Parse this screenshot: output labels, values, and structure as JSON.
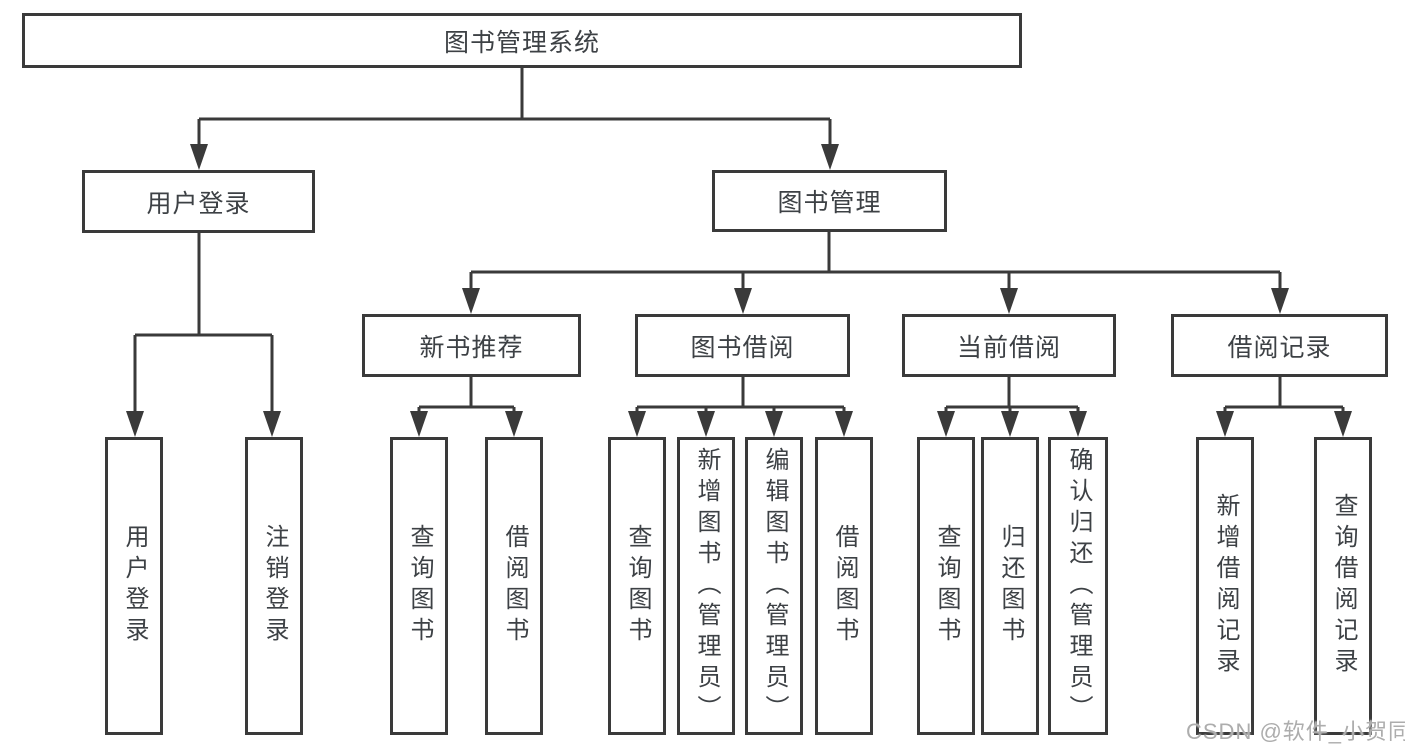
{
  "diagram": {
    "root": {
      "label": "图书管理系统"
    },
    "branches": [
      {
        "label": "用户登录",
        "children": [
          {
            "label": "用户登录"
          },
          {
            "label": "注销登录"
          }
        ]
      },
      {
        "label": "图书管理",
        "children": [
          {
            "label": "新书推荐",
            "children": [
              {
                "label": "查询图书"
              },
              {
                "label": "借阅图书"
              }
            ]
          },
          {
            "label": "图书借阅",
            "children": [
              {
                "label": "查询图书"
              },
              {
                "label": "新增图书（管理员）"
              },
              {
                "label": "编辑图书（管理员）"
              },
              {
                "label": "借阅图书"
              }
            ]
          },
          {
            "label": "当前借阅",
            "children": [
              {
                "label": "查询图书"
              },
              {
                "label": "归还图书"
              },
              {
                "label": "确认归还（管理员）"
              }
            ]
          },
          {
            "label": "借阅记录",
            "children": [
              {
                "label": "新增借阅记录"
              },
              {
                "label": "查询借阅记录"
              }
            ]
          }
        ]
      }
    ]
  },
  "watermark": {
    "text": "CSDN @软件_小贺同学"
  },
  "colors": {
    "line": "#3a3a3a",
    "text": "#3d4145",
    "watermark": "#adadad",
    "background": "#ffffff"
  }
}
